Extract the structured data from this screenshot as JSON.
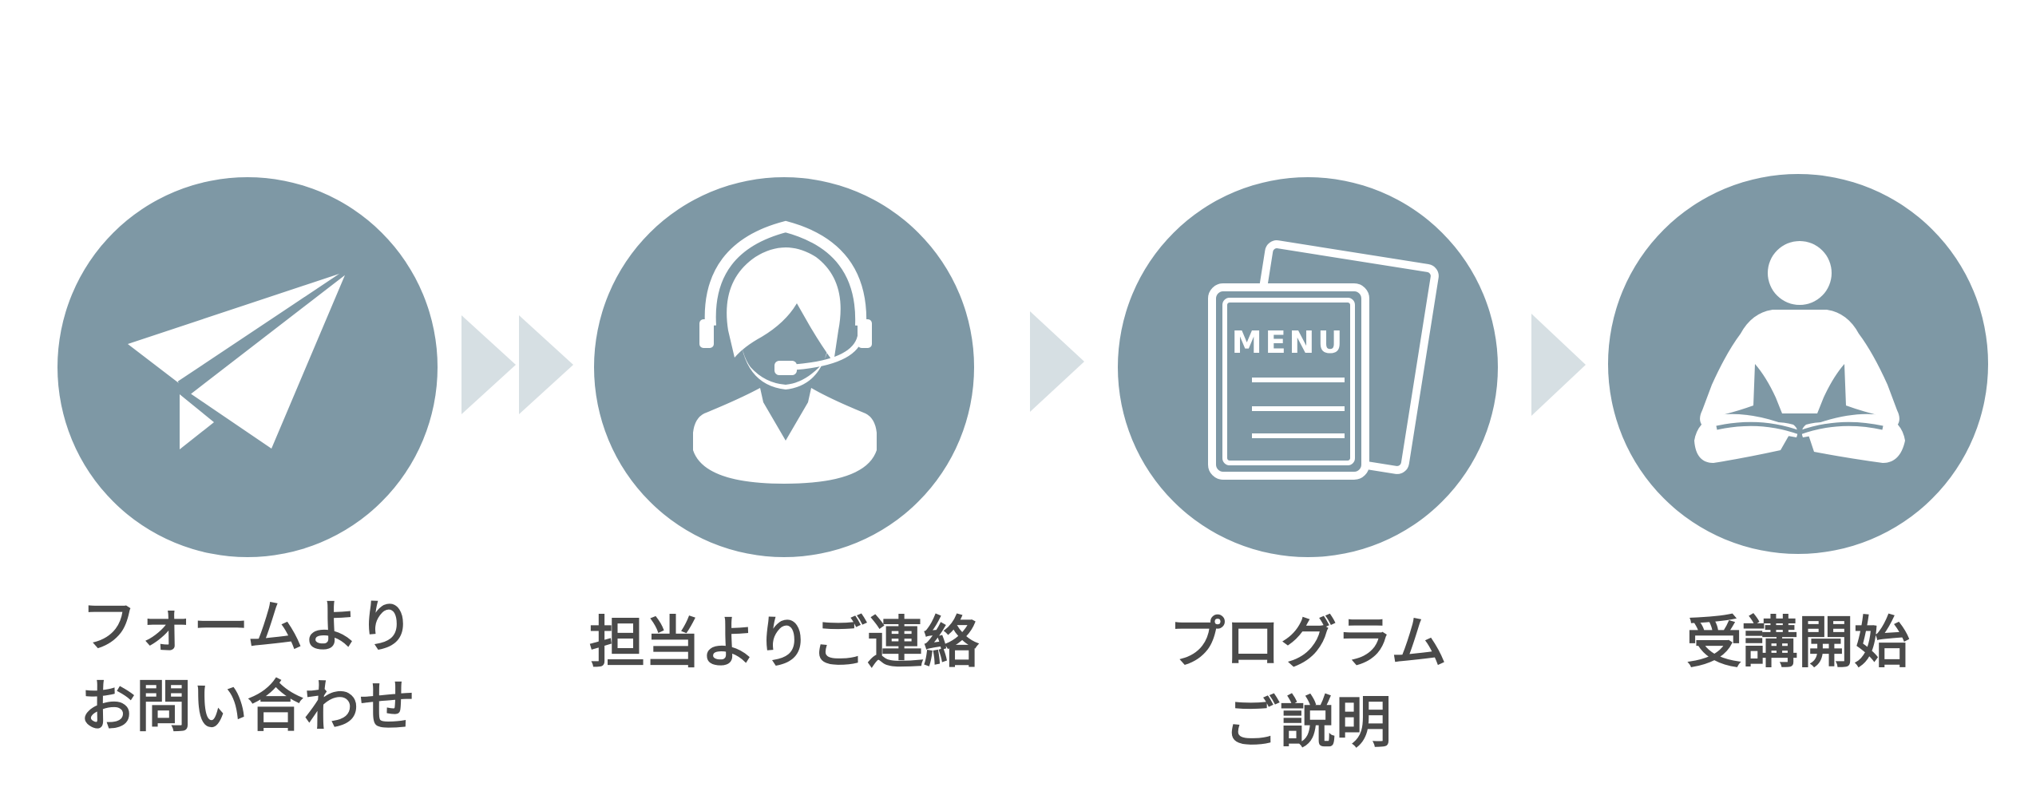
{
  "colors": {
    "circle": "#7e98a5",
    "icon": "#ffffff",
    "arrow": "#d6dfe3",
    "text": "#4a4a4a"
  },
  "steps": [
    {
      "icon": "paper-plane-icon",
      "lines": [
        "フォームより",
        "お問い合わせ"
      ]
    },
    {
      "icon": "operator-headset-icon",
      "lines": [
        "担当よりご連絡"
      ]
    },
    {
      "icon": "menu-document-icon",
      "lines": [
        "プログラム",
        "ご説明"
      ],
      "menu_text": "MENU"
    },
    {
      "icon": "meditation-person-icon",
      "lines": [
        "受講開始"
      ]
    }
  ]
}
